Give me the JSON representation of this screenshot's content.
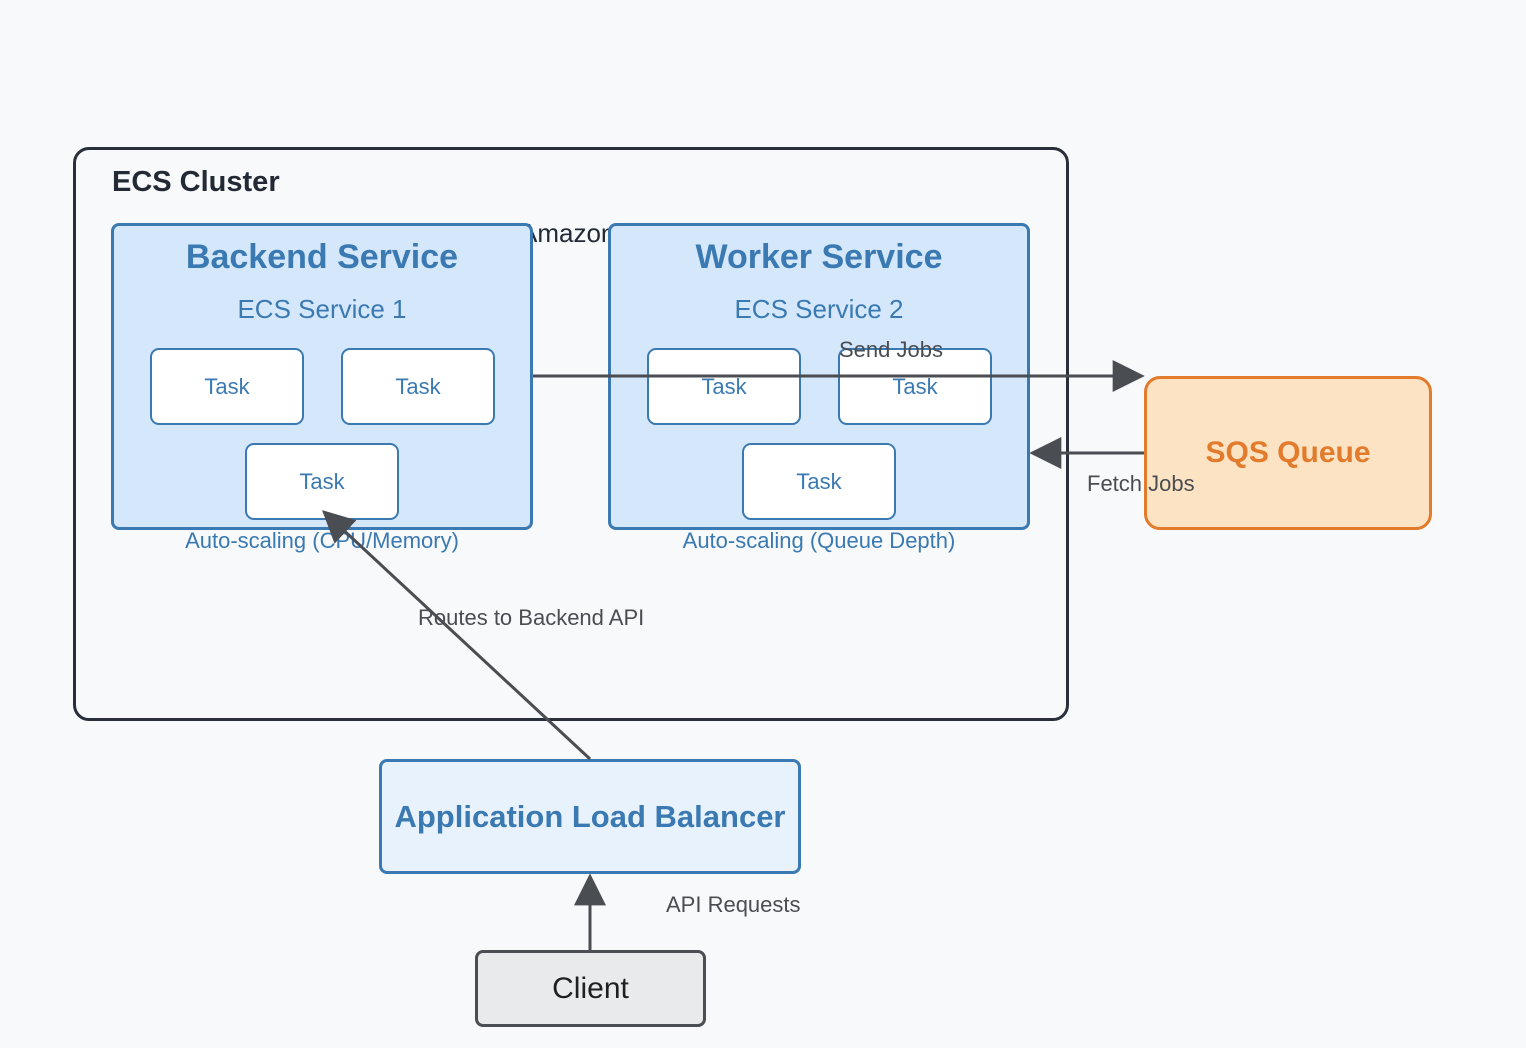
{
  "cluster": {
    "title": "ECS Cluster",
    "hidden_label": "Amazon ECS"
  },
  "backend": {
    "title": "Backend Service",
    "subtitle": "ECS Service 1",
    "tasks": [
      "Task",
      "Task",
      "Task"
    ],
    "scaling": "Auto-scaling (CPU/Memory)"
  },
  "worker": {
    "title": "Worker Service",
    "subtitle": "ECS Service 2",
    "tasks": [
      "Task",
      "Task",
      "Task"
    ],
    "scaling": "Auto-scaling (Queue Depth)"
  },
  "sqs": {
    "label": "SQS Queue"
  },
  "alb": {
    "label": "Application Load Balancer"
  },
  "client": {
    "label": "Client"
  },
  "edges": {
    "send_jobs": "Send Jobs",
    "fetch_jobs": "Fetch Jobs",
    "routes": "Routes to Backend API",
    "api_requests": "API Requests"
  },
  "colors": {
    "service_fill": "#d5e8fb",
    "service_border": "#3a79b1",
    "queue_fill": "#fce3c4",
    "queue_border": "#e27b2c",
    "arrow": "#4a4d52"
  }
}
